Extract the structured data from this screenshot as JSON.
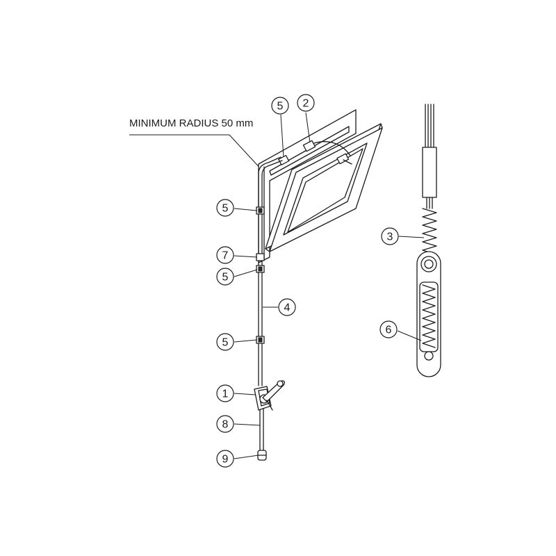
{
  "caption": "MINIMUM RADIUS 50 mm",
  "callouts": {
    "c1": "1",
    "c2": "2",
    "c3": "3",
    "c4": "4",
    "c5a": "5",
    "c5b": "5",
    "c5c": "5",
    "c5d": "5",
    "c6": "6",
    "c7": "7",
    "c8": "8",
    "c9": "9"
  }
}
